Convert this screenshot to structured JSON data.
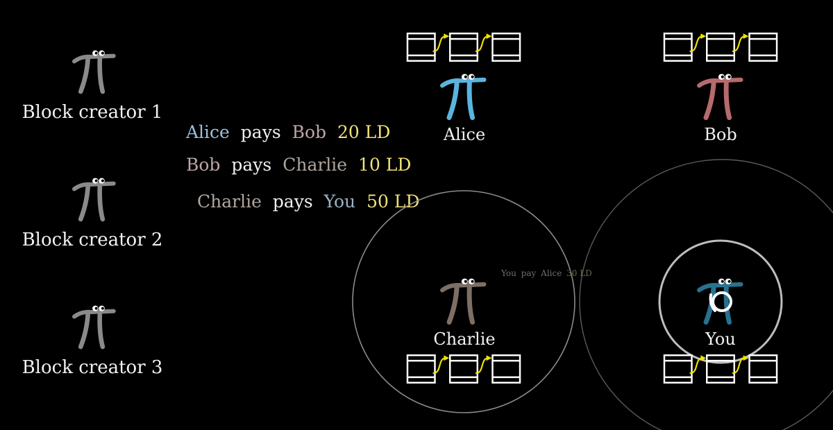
{
  "colors": {
    "background": "#000000",
    "creator": "#8a8a8a",
    "alice": "#5ab4de",
    "bob": "#b56a6d",
    "charlie": "#7d6f66",
    "you": "#27728f",
    "amount": "#f1e17a",
    "pays": "#f0f0f0",
    "ledger_box": "#ffffff",
    "ledger_arrow": "#f1e100",
    "circle": "#9a9a9a"
  },
  "creators": [
    {
      "label": "Block creator 1"
    },
    {
      "label": "Block creator 2"
    },
    {
      "label": "Block creator 3"
    }
  ],
  "transactions": [
    {
      "from": "Alice",
      "verb": "pays",
      "to": "Bob",
      "amount": "20 LD",
      "from_color": "#9ec0de",
      "to_color": "#bda5a5"
    },
    {
      "from": "Bob",
      "verb": "pays",
      "to": "Charlie",
      "amount": "10 LD",
      "from_color": "#bda5a5",
      "to_color": "#b0a69e"
    },
    {
      "from": "Charlie",
      "verb": "pays",
      "to": "You",
      "amount": "50 LD",
      "from_color": "#b0a69e",
      "to_color": "#9ab2c0"
    }
  ],
  "users": {
    "alice": {
      "label": "Alice"
    },
    "bob": {
      "label": "Bob"
    },
    "charlie": {
      "label": "Charlie"
    },
    "you": {
      "label": "You"
    }
  },
  "broadcast": {
    "subject": "You",
    "verb": "pay",
    "object": "Alice",
    "amount": "30 LD"
  },
  "icons": [
    "pi-creature-icon",
    "ledger-block-icon",
    "ledger-arrow-icon",
    "broadcast-circle-icon",
    "hand-icon"
  ]
}
